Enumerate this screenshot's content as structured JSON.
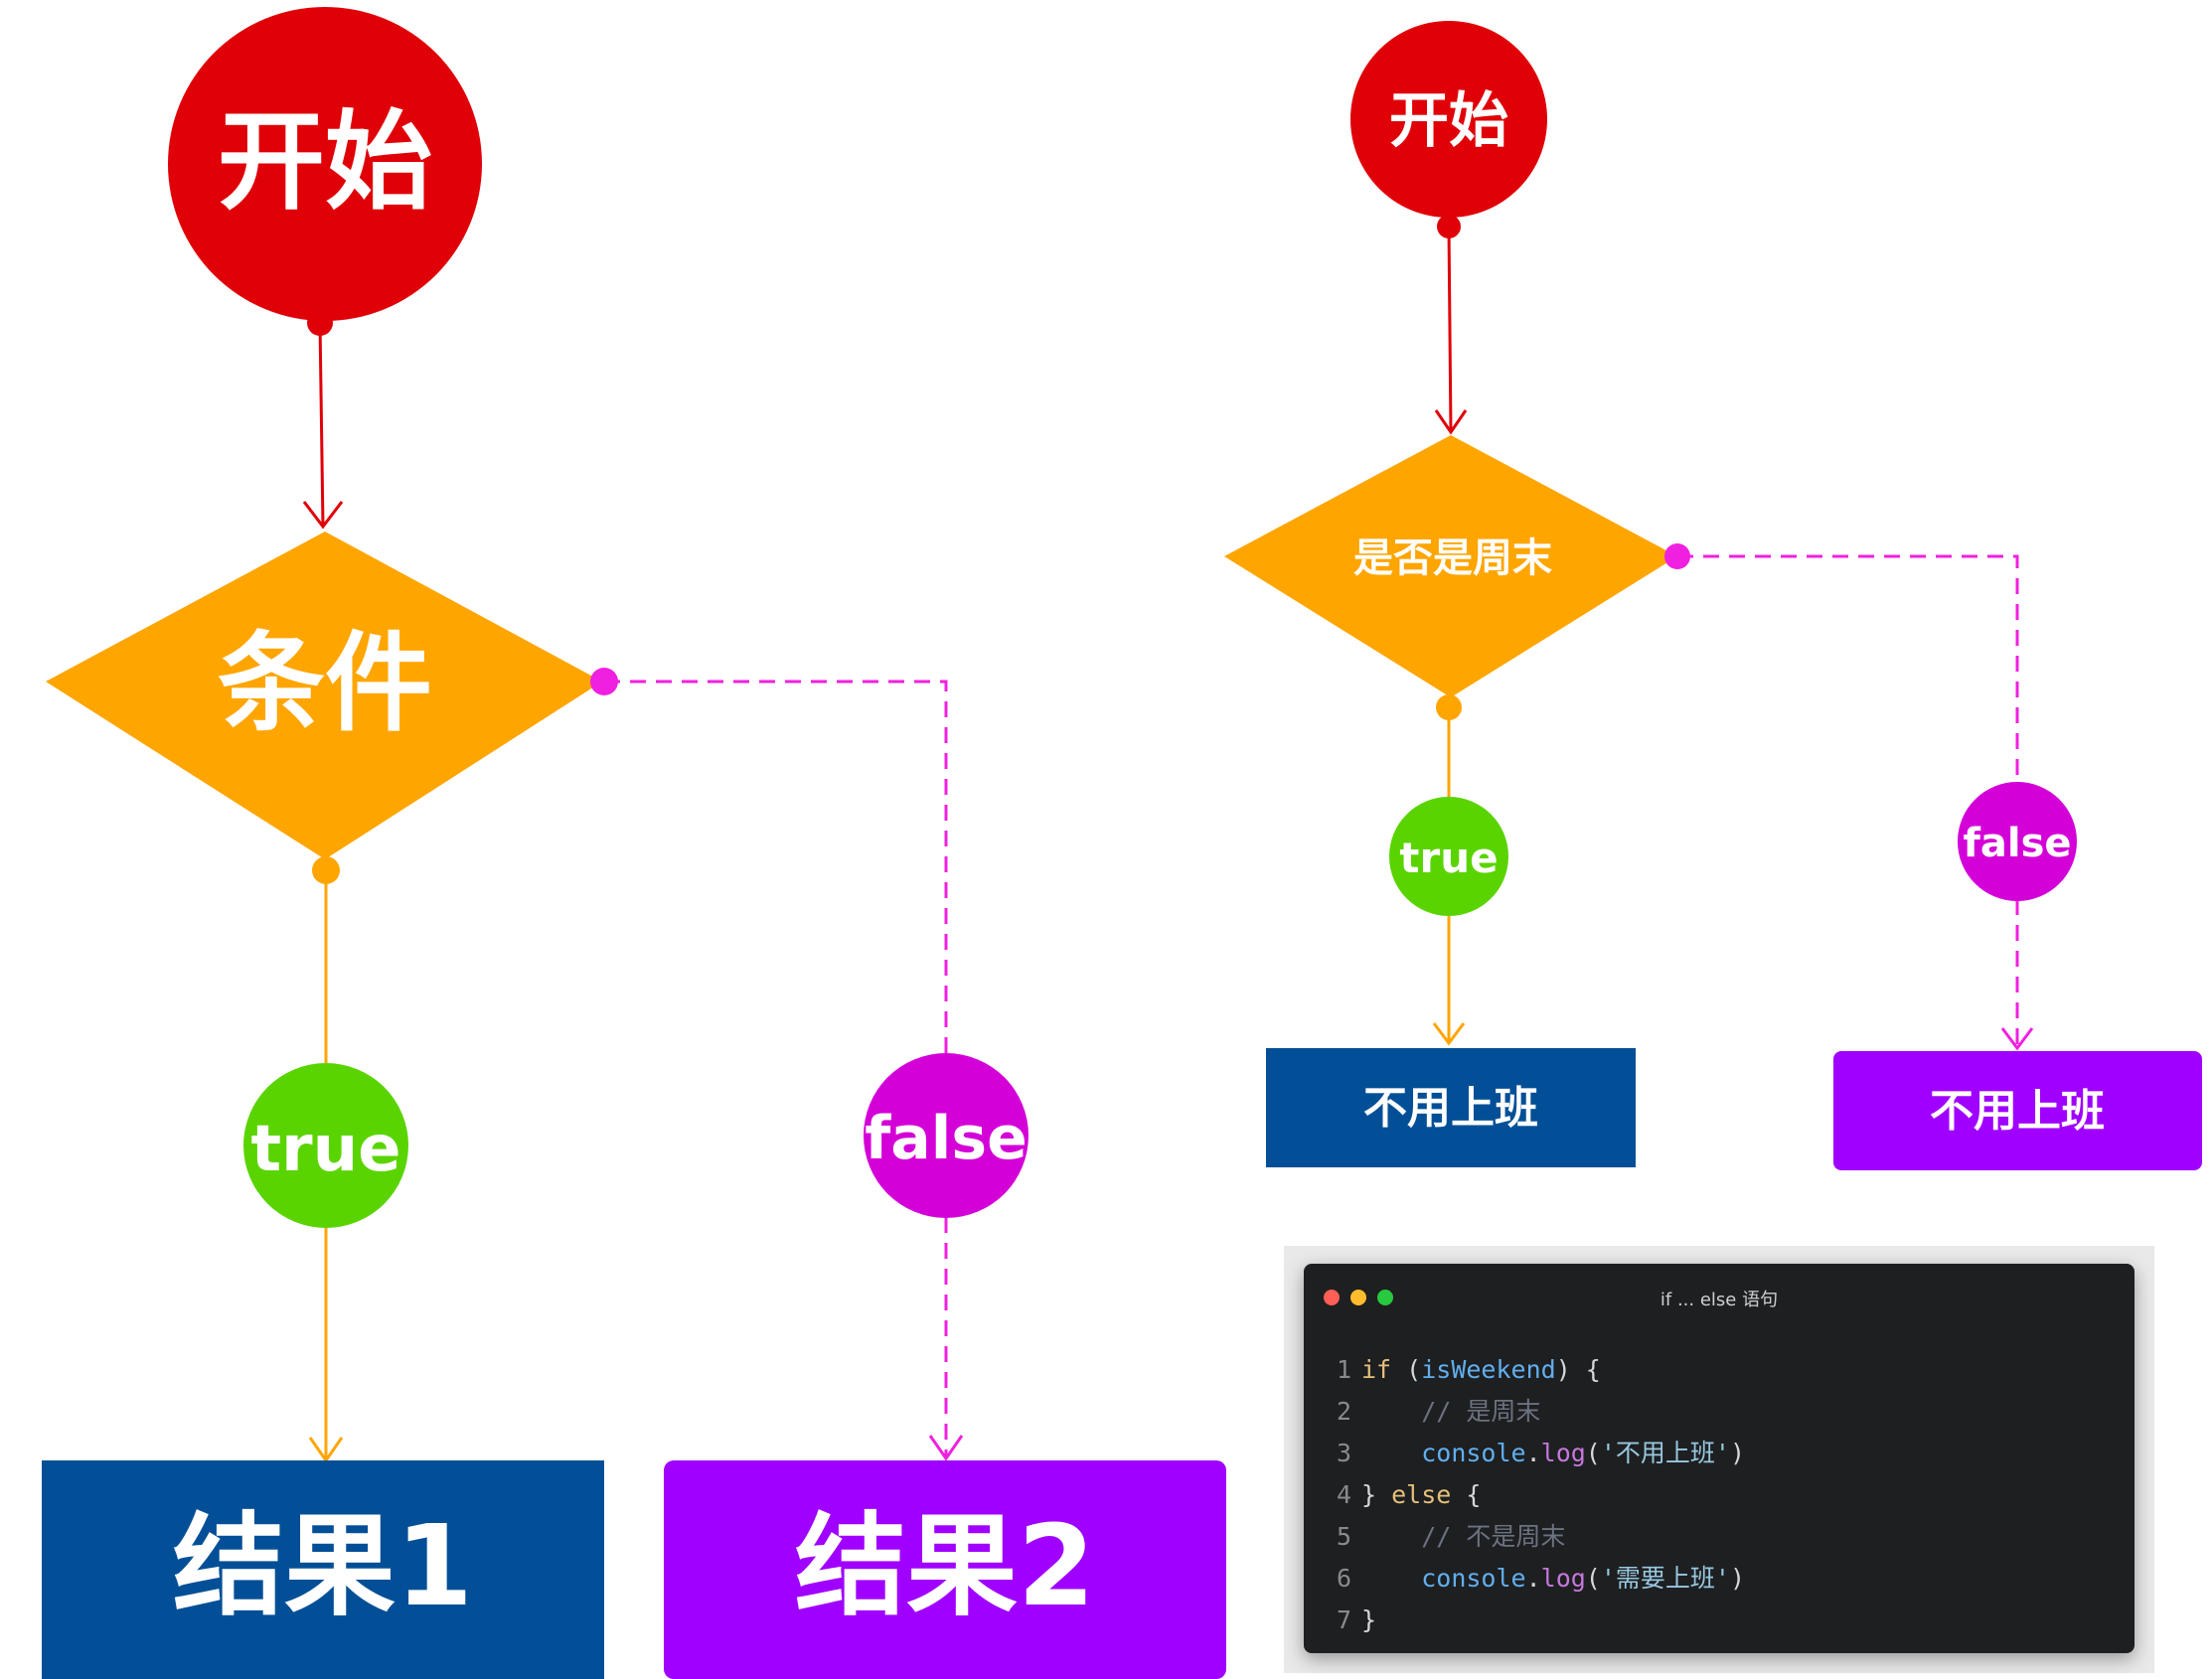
{
  "left_flow": {
    "start_label": "开始",
    "condition_label": "条件",
    "true_label": "true",
    "false_label": "false",
    "result1_label": "结果1",
    "result2_label": "结果2"
  },
  "right_flow": {
    "start_label": "开始",
    "condition_label": "是否是周末",
    "true_label": "true",
    "false_label": "false",
    "true_result_label": "不用上班",
    "false_result_label": "不用上班"
  },
  "code": {
    "window_title": "if ... else 语句",
    "lines": [
      {
        "num": "1",
        "tokens": [
          {
            "t": "if",
            "c": "kw"
          },
          {
            "t": " (",
            "c": "pl"
          },
          {
            "t": "isWeekend",
            "c": "var"
          },
          {
            "t": ") {",
            "c": "pl"
          }
        ]
      },
      {
        "num": "2",
        "tokens": [
          {
            "t": "    // 是周末",
            "c": "cm"
          }
        ]
      },
      {
        "num": "3",
        "tokens": [
          {
            "t": "    ",
            "c": "pl"
          },
          {
            "t": "console",
            "c": "fn"
          },
          {
            "t": ".",
            "c": "pl"
          },
          {
            "t": "log",
            "c": "mt"
          },
          {
            "t": "(",
            "c": "pl"
          },
          {
            "t": "'不用上班'",
            "c": "st"
          },
          {
            "t": ")",
            "c": "pl"
          }
        ]
      },
      {
        "num": "4",
        "tokens": [
          {
            "t": "} ",
            "c": "pl"
          },
          {
            "t": "else",
            "c": "kw"
          },
          {
            "t": " {",
            "c": "pl"
          }
        ]
      },
      {
        "num": "5",
        "tokens": [
          {
            "t": "    // 不是周末",
            "c": "cm"
          }
        ]
      },
      {
        "num": "6",
        "tokens": [
          {
            "t": "    ",
            "c": "pl"
          },
          {
            "t": "console",
            "c": "fn"
          },
          {
            "t": ".",
            "c": "pl"
          },
          {
            "t": "log",
            "c": "mt"
          },
          {
            "t": "(",
            "c": "pl"
          },
          {
            "t": "'需要上班'",
            "c": "st"
          },
          {
            "t": ")",
            "c": "pl"
          }
        ]
      },
      {
        "num": "7",
        "tokens": [
          {
            "t": "}",
            "c": "pl"
          }
        ]
      }
    ]
  },
  "colors": {
    "start": "#e00008",
    "condition": "#ffa500",
    "true_node": "#5ad400",
    "false_node": "#d400d8",
    "false_line": "#f020e0",
    "result_blue": "#034f97",
    "result_purple": "#a000ff",
    "dot_red": "#ff5f56",
    "dot_yellow": "#ffbd2e",
    "dot_green": "#27c93f"
  }
}
